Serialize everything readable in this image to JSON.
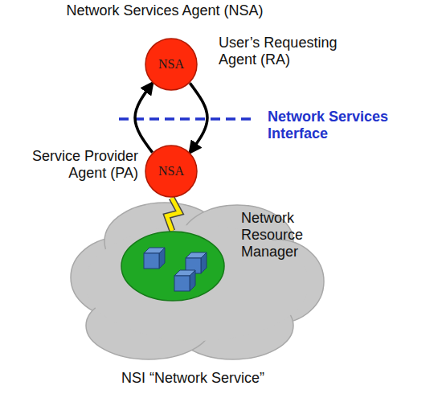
{
  "diagram": {
    "title": "Network Services Agent (NSA)",
    "caption": "NSI “Network Service”",
    "nodes": [
      {
        "text": [
          "NSA",
          "User’s Requesting Agent (RA)"
        ]
      },
      {
        "text": [
          "NSA",
          "Service Provider Agent (PA)"
        ]
      },
      {
        "text": [
          "Network Resource Manager"
        ]
      }
    ],
    "edges": [
      {
        "from": 1,
        "to": 0,
        "arrow": "to"
      },
      {
        "from": 0,
        "to": 1,
        "arrow": "to"
      },
      {
        "from": 1,
        "to": 2,
        "arrow": "none"
      }
    ],
    "labels": [
      "Network Services Interface"
    ]
  }
}
